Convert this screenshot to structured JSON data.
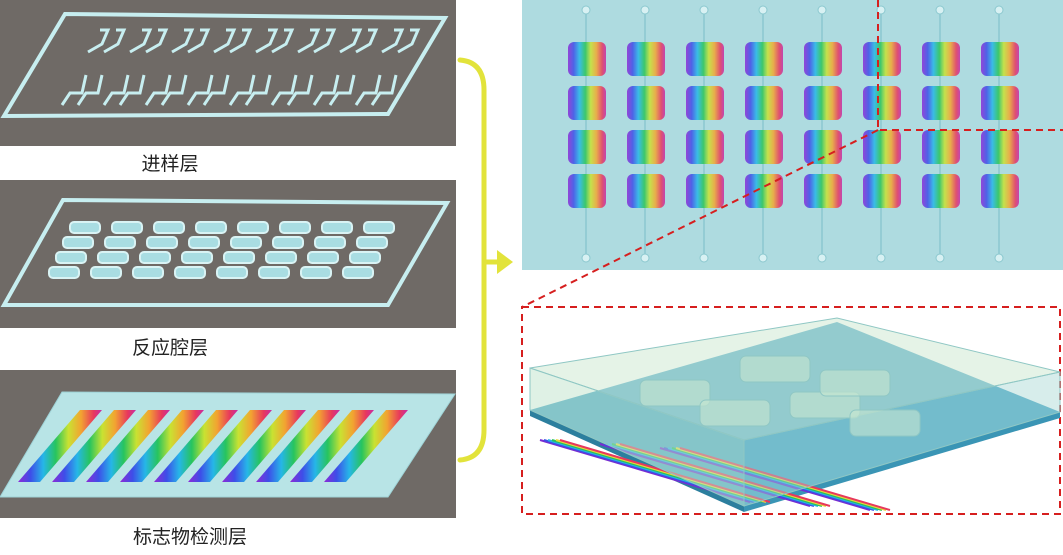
{
  "layers": [
    {
      "label": "进样层"
    },
    {
      "label": "反应腔层"
    },
    {
      "label": "标志物检测层"
    }
  ],
  "colors": {
    "panel_bg": "#6f6a66",
    "chip_outline": "#bfe9ea",
    "chip_fill": "#a9dde2",
    "bracket": "#e3e33a",
    "dashed": "#d61f1f"
  }
}
